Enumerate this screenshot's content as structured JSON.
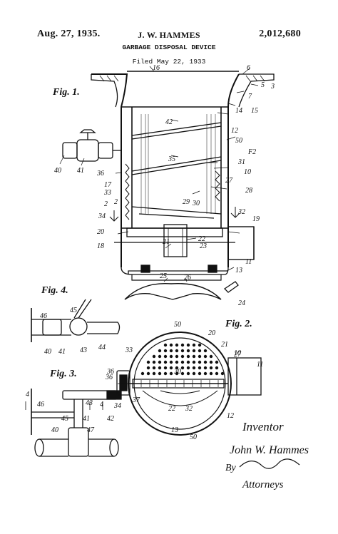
{
  "header": {
    "date": "Aug. 27, 1935.",
    "inventor": "J. W. HAMMES",
    "patent_number": "2,012,680",
    "title": "GARBAGE DISPOSAL DEVICE",
    "filed": "Filed May 22, 1933"
  },
  "figures": {
    "fig1": "Fig. 1.",
    "fig2": "Fig. 2.",
    "fig3": "Fig. 3.",
    "fig4": "Fig. 4."
  },
  "ref_numerals": {
    "fig1": [
      "16",
      "6",
      "5",
      "3",
      "7",
      "15",
      "14",
      "12",
      "42",
      "50",
      "F2",
      "35",
      "31",
      "10",
      "36",
      "27",
      "17",
      "28",
      "33",
      "2",
      "29",
      "30",
      "32",
      "19",
      "34",
      "20",
      "21",
      "22",
      "23",
      "18",
      "11",
      "13",
      "25",
      "26",
      "24",
      "2"
    ],
    "fig2": [
      "50",
      "20",
      "21",
      "10",
      "27",
      "33",
      "36",
      "30",
      "11",
      "37",
      "22",
      "32",
      "34",
      "12",
      "13",
      "50"
    ],
    "fig3": [
      "36",
      "4",
      "4",
      "46",
      "43",
      "45",
      "40",
      "47",
      "41",
      "42"
    ],
    "fig4": [
      "45",
      "46",
      "40",
      "41",
      "43",
      "44"
    ],
    "valve": [
      "40",
      "41"
    ]
  },
  "signature": {
    "inventor_label": "Inventor",
    "inventor_name": "John W. Hammes",
    "by": "By",
    "attorney_signature": "Attorneys"
  }
}
